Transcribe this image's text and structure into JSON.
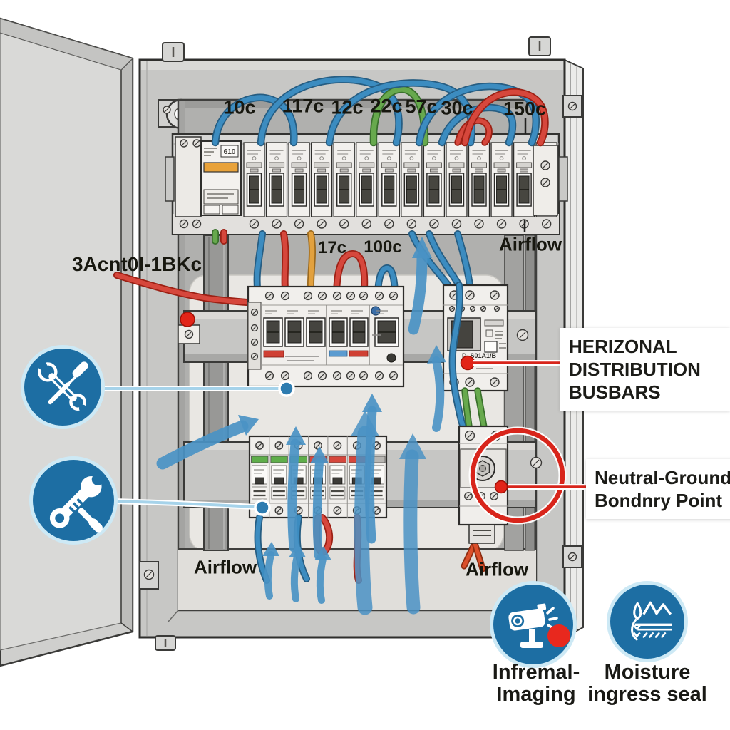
{
  "labels": {
    "breaker_tags": [
      "10c",
      "117c",
      "12c",
      "22c",
      "57c",
      "30c",
      "150c"
    ],
    "feeder": "3Acnt0l-1BKc",
    "mid_tags": [
      "17c",
      "100c"
    ],
    "airflow_top": "Airflow",
    "airflow_bottom_left": "Airflow",
    "airflow_bottom_right": "Airflow",
    "main_breaker": "610",
    "rcd_device": "D. S01A1/B"
  },
  "callouts": {
    "busbars_line1": "HERIZONAL",
    "busbars_line2": "DISTRIBUTION",
    "busbars_line3": "BUSBARS",
    "bonding_line1": "Neutral-Ground",
    "bonding_line2": "Bondnry Point",
    "thermal_line1": "Infremal-",
    "thermal_line2": "Imaging",
    "moisture_line1": "Moisture",
    "moisture_line2": "ingress seal"
  },
  "icons": {
    "tools_outline": "crossed-wrench-screwdriver-icon",
    "tools_solid": "wrench-bolt-icon",
    "thermal": "cctv-camera-icon",
    "moisture": "water-drops-seal-icon"
  },
  "rows": {
    "top_count": 14,
    "bottom_count": 7,
    "bottom_stripes": [
      "#5fae4a",
      "#5fae4a",
      "#5fae4a",
      "#d6473c",
      "#d6473c",
      "#d6473c",
      "#b8b6b2"
    ]
  },
  "colors": {
    "wire_blue": "#3c8cc0",
    "wire_green": "#67a94d",
    "wire_red": "#d6473c",
    "wire_orange": "#e2a13e",
    "wire_tan": "#d8ac72",
    "arrow_blue": "#4a92c4",
    "icon_blue": "#1d6ea3",
    "annotation_red": "#d8251b",
    "callout_line": "#a6d3ea"
  }
}
